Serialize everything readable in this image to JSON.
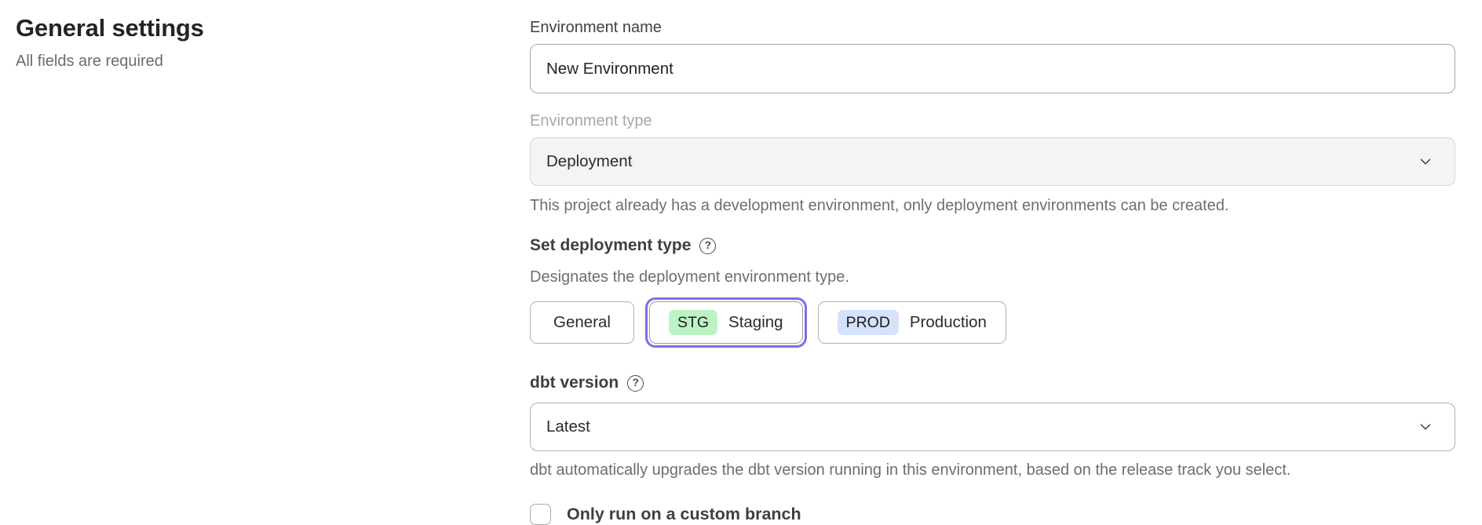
{
  "page": {
    "title": "General settings",
    "subtitle": "All fields are required"
  },
  "form": {
    "environment_name": {
      "label": "Environment name",
      "value": "New Environment"
    },
    "environment_type": {
      "label": "Environment type",
      "value": "Deployment",
      "disabled": true,
      "help_text": "This project already has a development environment, only deployment environments can be created."
    },
    "deployment_type": {
      "label": "Set deployment type",
      "description": "Designates the deployment environment type.",
      "options": [
        {
          "label": "General",
          "badge": "",
          "selected": false
        },
        {
          "label": "Staging",
          "badge": "STG",
          "selected": true
        },
        {
          "label": "Production",
          "badge": "PROD",
          "selected": false
        }
      ]
    },
    "dbt_version": {
      "label": "dbt version",
      "value": "Latest",
      "help_text": "dbt automatically upgrades the dbt version running in this environment, based on the release track you select."
    },
    "custom_branch": {
      "label": "Only run on a custom branch",
      "checked": false
    }
  },
  "icons": {
    "help": "?"
  },
  "colors": {
    "selected_ring": "#7e6ee6",
    "staging_badge": "#bdf3c4",
    "production_badge": "#d4e2fc",
    "disabled_field_bg": "#f4f4f5",
    "label_text": "#414141",
    "helper_text": "#6e6e6e"
  }
}
